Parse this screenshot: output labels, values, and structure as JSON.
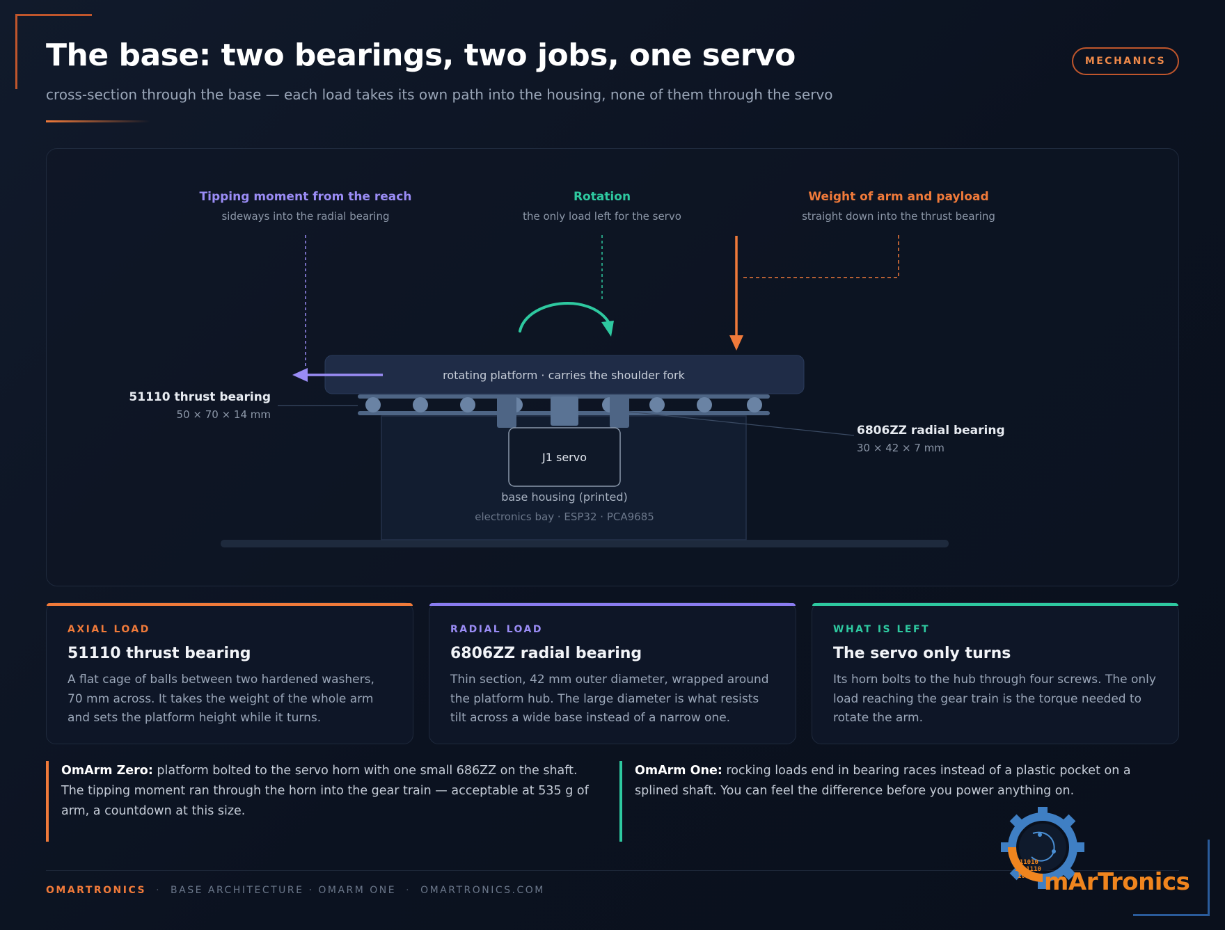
{
  "header": {
    "title": "The base: two bearings, two jobs, one servo",
    "subtitle": "cross-section through the base — each load takes its own path into the housing, none of them through the servo",
    "tag": "MECHANICS"
  },
  "colors": {
    "orange": "#f07a3a",
    "purple": "#9a8cf5",
    "teal": "#2ec9a0",
    "blue": "#2a5b9a"
  },
  "diagram": {
    "callouts": {
      "tipping_title": "Tipping moment from the reach",
      "tipping_sub": "sideways into the radial bearing",
      "rotation_title": "Rotation",
      "rotation_sub": "the only load left for the servo",
      "weight_title": "Weight of arm and payload",
      "weight_sub": "straight down into the thrust bearing"
    },
    "platform_label": "rotating platform · carries the shoulder fork",
    "thrust_label": "51110 thrust bearing",
    "thrust_dims": "50 × 70 × 14 mm",
    "radial_label": "6806ZZ radial bearing",
    "radial_dims": "30 × 42 × 7 mm",
    "servo_label": "J1 servo",
    "housing_label": "base housing (printed)",
    "housing_sub": "electronics bay · ESP32 · PCA9685"
  },
  "cards": [
    {
      "kicker": "AXIAL LOAD",
      "title": "51110 thrust bearing",
      "body": "A flat cage of balls between two hardened washers, 70 mm across. It takes the weight of the whole arm and sets the platform height while it turns."
    },
    {
      "kicker": "RADIAL LOAD",
      "title": "6806ZZ radial bearing",
      "body": "Thin section, 42 mm outer diameter, wrapped around the platform hub. The large diameter is what resists tilt across a wide base instead of a narrow one."
    },
    {
      "kicker": "WHAT IS LEFT",
      "title": "The servo only turns",
      "body": "Its horn bolts to the hub through four screws. The only load reaching the gear train is the torque needed to rotate the arm."
    }
  ],
  "notes": [
    {
      "lead": "OmArm Zero:",
      "text": " platform bolted to the servo horn with one small 686ZZ on the shaft. The tipping moment ran through the horn into the gear train — acceptable at 535 g of arm, a countdown at this size."
    },
    {
      "lead": "OmArm One:",
      "text": " rocking loads end in bearing races instead of a plastic pocket on a splined shaft. You can feel the difference before you power anything on."
    }
  ],
  "footer": {
    "brand": "OMARTRONICS",
    "section": "BASE ARCHITECTURE · OMARM ONE",
    "site": "OMARTRONICS.COM",
    "sep": "·"
  },
  "logo": {
    "text": "mArTronics",
    "code_lines": [
      "1011010",
      "1001110",
      "101010"
    ]
  }
}
